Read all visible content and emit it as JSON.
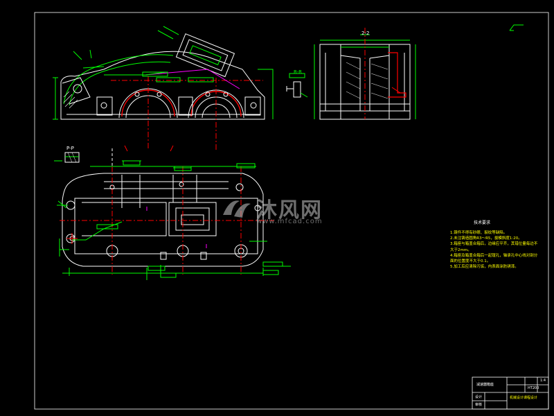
{
  "sections": {
    "top_right": "2-2",
    "left_detail": "P-P",
    "right_detail": "R-R"
  },
  "watermark": {
    "name": "沐风网",
    "url": "www.mfcad.com"
  },
  "technical_notes": {
    "title": "技术要求",
    "items": [
      "1.铸件不得有砂眼、裂纹等缺陷。",
      "2.未注铸造圆角R3～R5，拔模斜度1:20。",
      "3.箱座与箱盖合箱后，边缘应平齐，其错位量每边不大于2mm。",
      "4.箱座及箱盖合箱后一起镗孔，轴承孔中心线对剖分面的位置度不大于0.1。",
      "5.加工后应清除污垢，内表面涂防锈漆。"
    ]
  },
  "title_block": {
    "part_name": "减速器箱座",
    "scale": "1:4",
    "material": "HT200",
    "school": "机械设计课程设计",
    "drawn": "设计",
    "checked": "审核"
  }
}
